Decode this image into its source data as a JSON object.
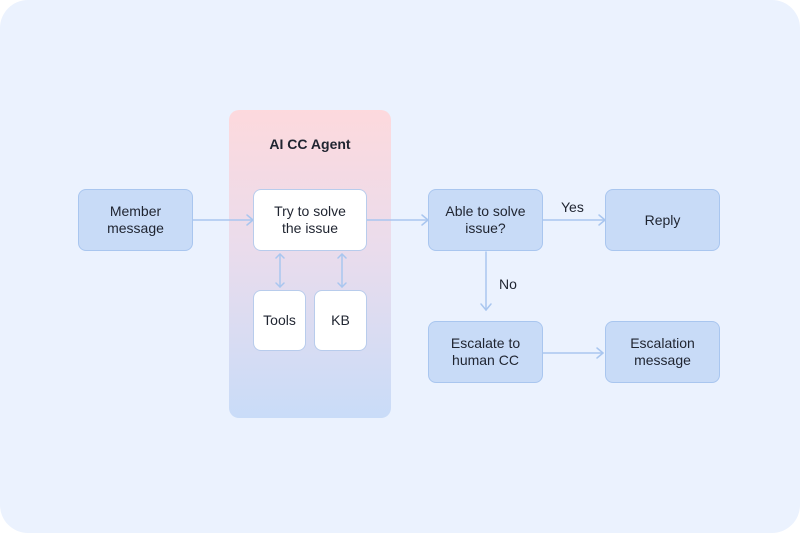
{
  "colors": {
    "canvas": "#ebf2fe",
    "node_fill": "#c8dbf7",
    "node_border": "#a9c6ef",
    "arrow": "#a9c6ef",
    "panel_top": "#fdd9dd",
    "panel_bottom": "#c9dcf8"
  },
  "agent_panel": {
    "title": "AI CC Agent"
  },
  "nodes": {
    "member_message": "Member\nmessage",
    "try_solve": "Try to solve\nthe issue",
    "tools": "Tools",
    "kb": "KB",
    "able_to_solve": "Able to solve\nissue?",
    "reply": "Reply",
    "escalate": "Escalate to\nhuman CC",
    "escalation_message": "Escalation\nmessage"
  },
  "edge_labels": {
    "yes": "Yes",
    "no": "No"
  }
}
